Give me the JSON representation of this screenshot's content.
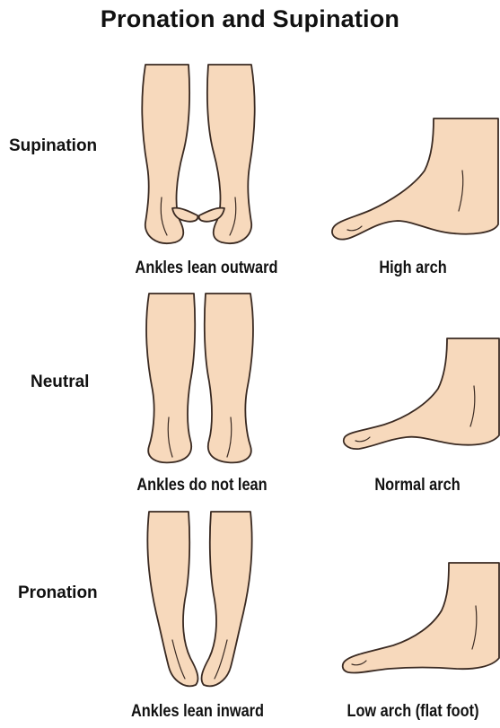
{
  "title": "Pronation and Supination",
  "rows": [
    {
      "label": "Supination",
      "legs_caption": "Ankles lean outward",
      "foot_caption": "High arch",
      "legs_icon": "legs-ankles-lean-outward",
      "foot_icon": "foot-high-arch"
    },
    {
      "label": "Neutral",
      "legs_caption": "Ankles do not lean",
      "foot_caption": "Normal arch",
      "legs_icon": "legs-ankles-neutral",
      "foot_icon": "foot-normal-arch"
    },
    {
      "label": "Pronation",
      "legs_caption": "Ankles lean inward",
      "foot_caption": "Low arch (flat foot)",
      "legs_icon": "legs-ankles-lean-inward",
      "foot_icon": "foot-low-arch"
    }
  ],
  "colors": {
    "skin": "#f7d9bc",
    "outline": "#3a2a22"
  }
}
